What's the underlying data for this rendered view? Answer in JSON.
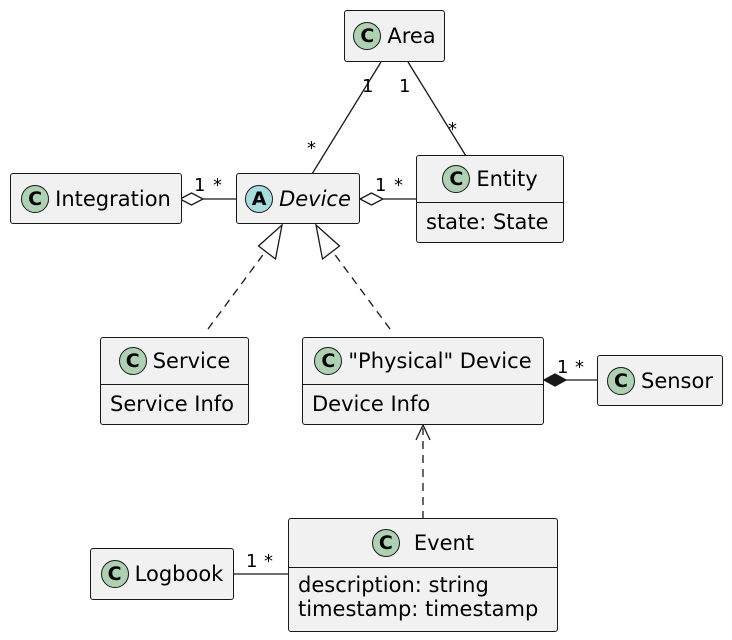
{
  "classes": {
    "area": {
      "badge": "C",
      "name": "Area"
    },
    "device": {
      "badge": "A",
      "name": "Device"
    },
    "integration": {
      "badge": "C",
      "name": "Integration"
    },
    "entity": {
      "badge": "C",
      "name": "Entity",
      "attrs": [
        "state: State"
      ]
    },
    "service": {
      "badge": "C",
      "name": "Service",
      "attrs": [
        "Service Info"
      ]
    },
    "physical": {
      "badge": "C",
      "name": "\"Physical\" Device",
      "attrs": [
        "Device Info"
      ]
    },
    "sensor": {
      "badge": "C",
      "name": "Sensor"
    },
    "event": {
      "badge": "C",
      "name": "Event",
      "attrs": [
        "description: string",
        "timestamp: timestamp"
      ]
    },
    "logbook": {
      "badge": "C",
      "name": "Logbook"
    }
  },
  "multiplicities": {
    "area_device_src": "1",
    "area_device_dst": "*",
    "area_entity_src": "1",
    "area_entity_dst": "*",
    "integration_device_src": "1",
    "integration_device_dst": "*",
    "device_entity_src": "1",
    "device_entity_dst": "*",
    "physical_sensor_src": "1",
    "physical_sensor_dst": "*",
    "logbook_event_src": "1",
    "logbook_event_dst": "*"
  },
  "colors": {
    "class_badge": "#add1b2",
    "abstract_badge": "#a9dcdf",
    "box_fill": "#f1f1f1",
    "line": "#181818"
  }
}
